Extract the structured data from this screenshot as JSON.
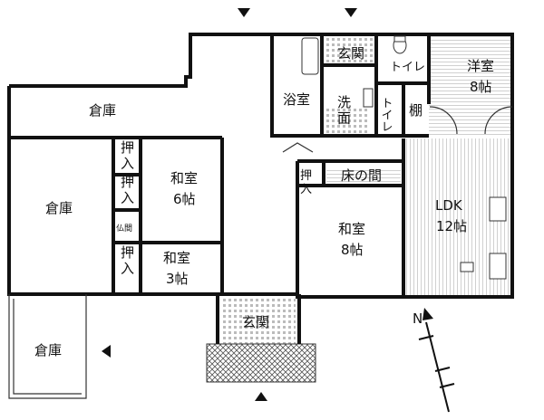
{
  "rooms": {
    "warehouse_top": "倉庫",
    "warehouse_left": "倉庫",
    "warehouse_bottom": "倉庫",
    "bath": "浴室",
    "entrance_top": "玄関",
    "toilet_small": "トイレ",
    "toilet_side": "トイレ",
    "washroom": "洗\n面",
    "shelf": "棚",
    "western_room": "洋室",
    "western_room_size": "8帖",
    "closet_1": "押\n入",
    "closet_2": "押\n入",
    "closet_3": "押\n入",
    "closet_4": "押\n入",
    "altar": "仏間",
    "japanese_6": "和室",
    "japanese_6_size": "6帖",
    "japanese_3": "和室",
    "japanese_3_size": "3帖",
    "tokonoma": "床の間",
    "japanese_8": "和室",
    "japanese_8_size": "8帖",
    "ldk": "LDK",
    "ldk_size": "12帖",
    "entrance_bottom": "玄関"
  },
  "compass": {
    "north_label": "N"
  },
  "colors": {
    "wall": "#111111",
    "tatami": "#ffffff",
    "hatch": "#555555"
  }
}
